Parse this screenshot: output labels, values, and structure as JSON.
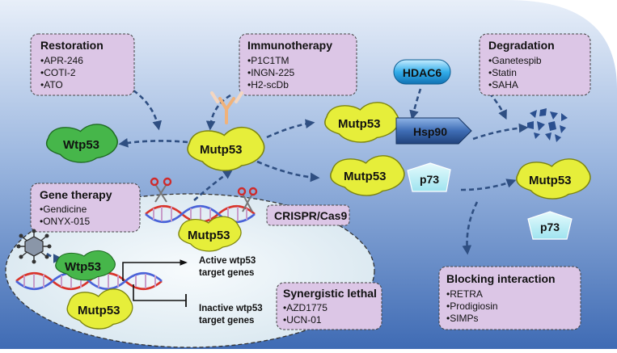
{
  "boxes": {
    "restoration": {
      "title": "Restoration",
      "items": [
        "•APR-246",
        "•COTI-2",
        "•ATO"
      ]
    },
    "immunotherapy": {
      "title": "Immunotherapy",
      "items": [
        "•P1C1TM",
        "•INGN-225",
        "•H2-scDb"
      ]
    },
    "degradation": {
      "title": "Degradation",
      "items": [
        "•Ganetespib",
        "•Statin",
        "•SAHA"
      ]
    },
    "gene_therapy": {
      "title": "Gene therapy",
      "items": [
        "•Gendicine",
        "•ONYX-015"
      ]
    },
    "synergistic": {
      "title": "Synergistic lethal",
      "items": [
        "•AZD1775",
        "•UCN-01"
      ]
    },
    "blocking": {
      "title": "Blocking interaction",
      "items": [
        "•RETRA",
        "•Prodigiosin",
        "•SIMPs"
      ]
    },
    "crispr": {
      "title": "CRISPR/Cas9"
    }
  },
  "proteins": {
    "wtp53": "Wtp53",
    "mutp53": "Mutp53",
    "hdac6": "HDAC6",
    "hsp90": "Hsp90",
    "p73": "p73"
  },
  "genes": {
    "active": [
      "Active wtp53",
      "target genes"
    ],
    "inactive": [
      "Inactive wtp53",
      "target genes"
    ]
  },
  "colors": {
    "background_top": "#e8eff9",
    "background_bottom": "#3f6bb4",
    "box_fill": "#dcc6e6",
    "mutant_protein": "#e6ee3a",
    "wild_type_protein": "#46b64a",
    "arrow": "#2f4f82",
    "hdac6": "#1e9ee0",
    "p73": "#b9eef4"
  }
}
